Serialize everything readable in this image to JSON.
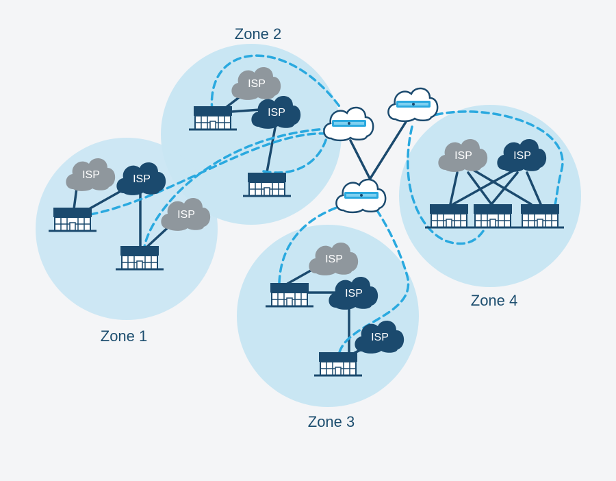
{
  "zones": [
    {
      "id": "zone1",
      "label": "Zone 1"
    },
    {
      "id": "zone2",
      "label": "Zone 2"
    },
    {
      "id": "zone3",
      "label": "Zone 3"
    },
    {
      "id": "zone4",
      "label": "Zone 4"
    }
  ],
  "isp_label": "ISP",
  "colors": {
    "background": "#f4f5f7",
    "zone_fill": "#c9e6f3",
    "isp_primary": "#1b4a6e",
    "isp_secondary": "#8f979d",
    "link": "#1b4a6e",
    "tunnel": "#2aa9df",
    "label": "#1d4e6f"
  },
  "icons": {
    "building": "branch-building-icon",
    "isp_cloud": "isp-cloud-icon",
    "core_router": "wan-router-cloud-icon"
  }
}
